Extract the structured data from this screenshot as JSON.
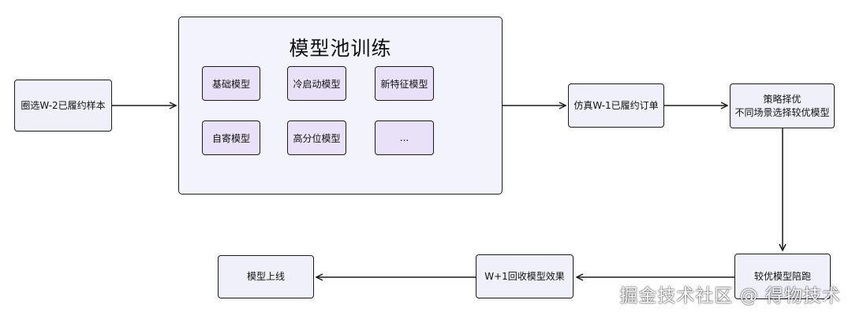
{
  "nodes": {
    "select_samples": "圈选W-2已履约样本",
    "pool_title": "模型池训练",
    "base_model": "基础模型",
    "cold_start_model": "冷启动模型",
    "new_feature_model": "新特征模型",
    "self_send_model": "自寄模型",
    "high_quantile_model": "高分位模型",
    "more_models": "...",
    "simulate_orders": "仿真W-1已履约订单",
    "strategy_line1": "策略择优",
    "strategy_line2": "不同场景选择较优模型",
    "shadow_run": "较优模型陪跑",
    "recall_effect": "W+1回收模型效果",
    "model_online": "模型上线"
  },
  "watermark": "掘金技术社区 @ 得物技术",
  "colors": {
    "box_fill": "#f0f0fb",
    "inner_fill": "#e8e1f7",
    "stroke": "#1a1a1a"
  }
}
